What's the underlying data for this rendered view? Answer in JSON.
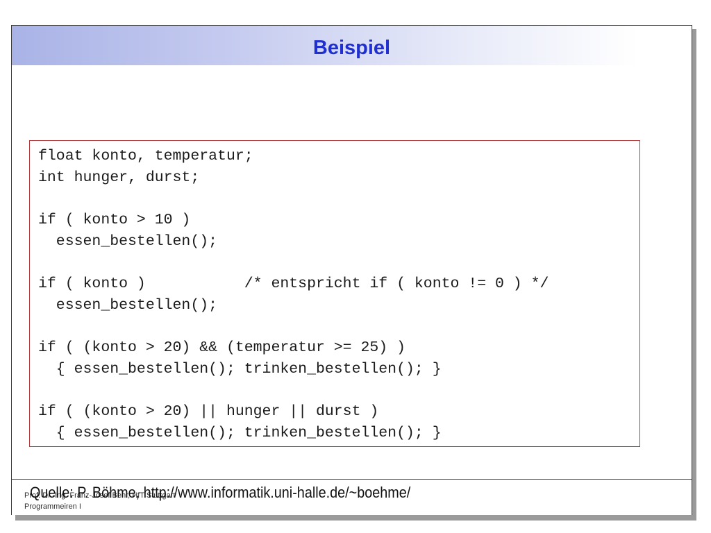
{
  "slide": {
    "title": "Beispiel",
    "code_lines": [
      "float konto, temperatur;",
      "int hunger, durst;",
      "",
      "if ( konto > 10 )",
      "  essen_bestellen();",
      "",
      "if ( konto )           /* entspricht if ( konto != 0 ) */",
      "  essen_bestellen();",
      "",
      "if ( (konto > 20) && (temperatur >= 25) )",
      "  { essen_bestellen(); trinken_bestellen(); }",
      "",
      "if ( (konto > 20) || hunger || durst )",
      "  { essen_bestellen(); trinken_bestellen(); }"
    ],
    "source": "Quelle: P. Böhme, http://www.informatik.uni-halle.de/~boehme/",
    "footer_author": "Prof. Dr.-Ing. Franz-Josef Behr, HfT Stuttgart",
    "footer_course": "Programmeiren I"
  },
  "colors": {
    "title_text": "#1f2fd0",
    "code_border": "#b23a3a"
  }
}
